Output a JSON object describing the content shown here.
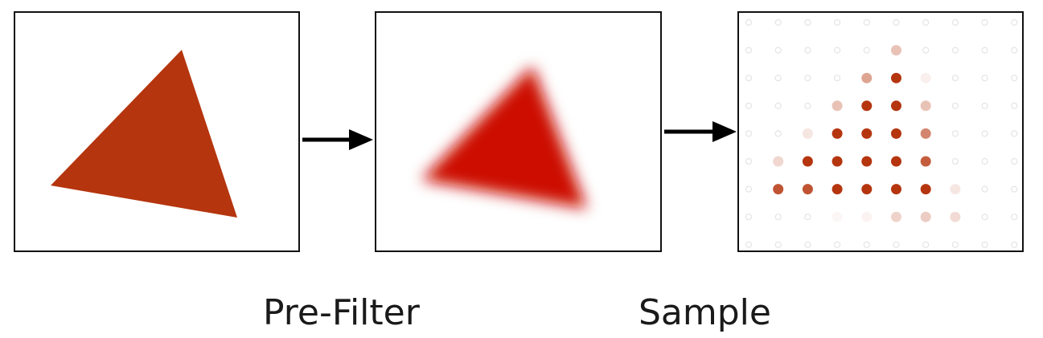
{
  "labels": {
    "prefilter": "Pre-Filter",
    "sample": "Sample"
  },
  "colors": {
    "triangle": "#b5350e",
    "blurred": "#cc1100",
    "sample_dot": "#b5350e",
    "border": "#111111",
    "arrow": "#000000"
  },
  "sample_grid": {
    "rows": 9,
    "cols": 10,
    "intensity": [
      [
        0,
        0,
        0,
        0,
        0,
        0,
        0,
        0,
        0,
        0
      ],
      [
        0,
        0,
        0,
        0,
        0,
        0.3,
        0,
        0,
        0,
        0
      ],
      [
        0,
        0,
        0,
        0,
        0.45,
        1,
        0.08,
        0,
        0,
        0
      ],
      [
        0,
        0,
        0,
        0.3,
        1,
        1,
        0.3,
        0,
        0,
        0
      ],
      [
        0,
        0,
        0.12,
        1,
        1,
        1,
        0.6,
        0,
        0,
        0
      ],
      [
        0,
        0.2,
        1,
        1,
        1,
        1,
        0.8,
        0,
        0,
        0
      ],
      [
        0,
        0.85,
        0.85,
        1,
        1,
        1,
        1,
        0.12,
        0,
        0
      ],
      [
        0,
        0,
        0,
        0.04,
        0.06,
        0.22,
        0.25,
        0.18,
        0,
        0
      ],
      [
        0,
        0,
        0,
        0,
        0,
        0,
        0,
        0,
        0,
        0
      ]
    ]
  }
}
